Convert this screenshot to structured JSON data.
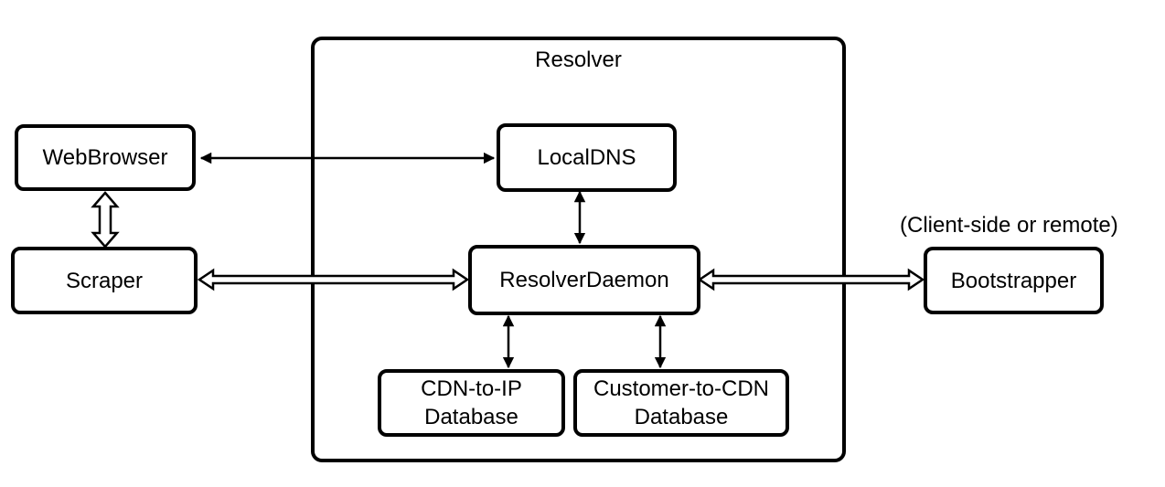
{
  "resolver": {
    "title": "Resolver"
  },
  "nodes": {
    "webbrowser": "WebBrowser",
    "scraper": "Scraper",
    "localdns": "LocalDNS",
    "resolverdaemon": "ResolverDaemon",
    "bootstrapper": "Bootstrapper",
    "cdn_to_ip": {
      "line1": "CDN-to-IP",
      "line2": "Database"
    },
    "customer_to_cdn": {
      "line1": "Customer-to-CDN",
      "line2": "Database"
    }
  },
  "annotations": {
    "bootstrapper_note": "(Client-side or remote)"
  },
  "edges": [
    {
      "from": "WebBrowser",
      "to": "LocalDNS",
      "style": "single",
      "direction": "both"
    },
    {
      "from": "WebBrowser",
      "to": "Scraper",
      "style": "double",
      "direction": "both"
    },
    {
      "from": "Scraper",
      "to": "ResolverDaemon",
      "style": "double",
      "direction": "both"
    },
    {
      "from": "LocalDNS",
      "to": "ResolverDaemon",
      "style": "single",
      "direction": "both"
    },
    {
      "from": "ResolverDaemon",
      "to": "Bootstrapper",
      "style": "double",
      "direction": "both"
    },
    {
      "from": "ResolverDaemon",
      "to": "CDN-to-IP Database",
      "style": "single",
      "direction": "both"
    },
    {
      "from": "ResolverDaemon",
      "to": "Customer-to-CDN Database",
      "style": "single",
      "direction": "both"
    }
  ]
}
